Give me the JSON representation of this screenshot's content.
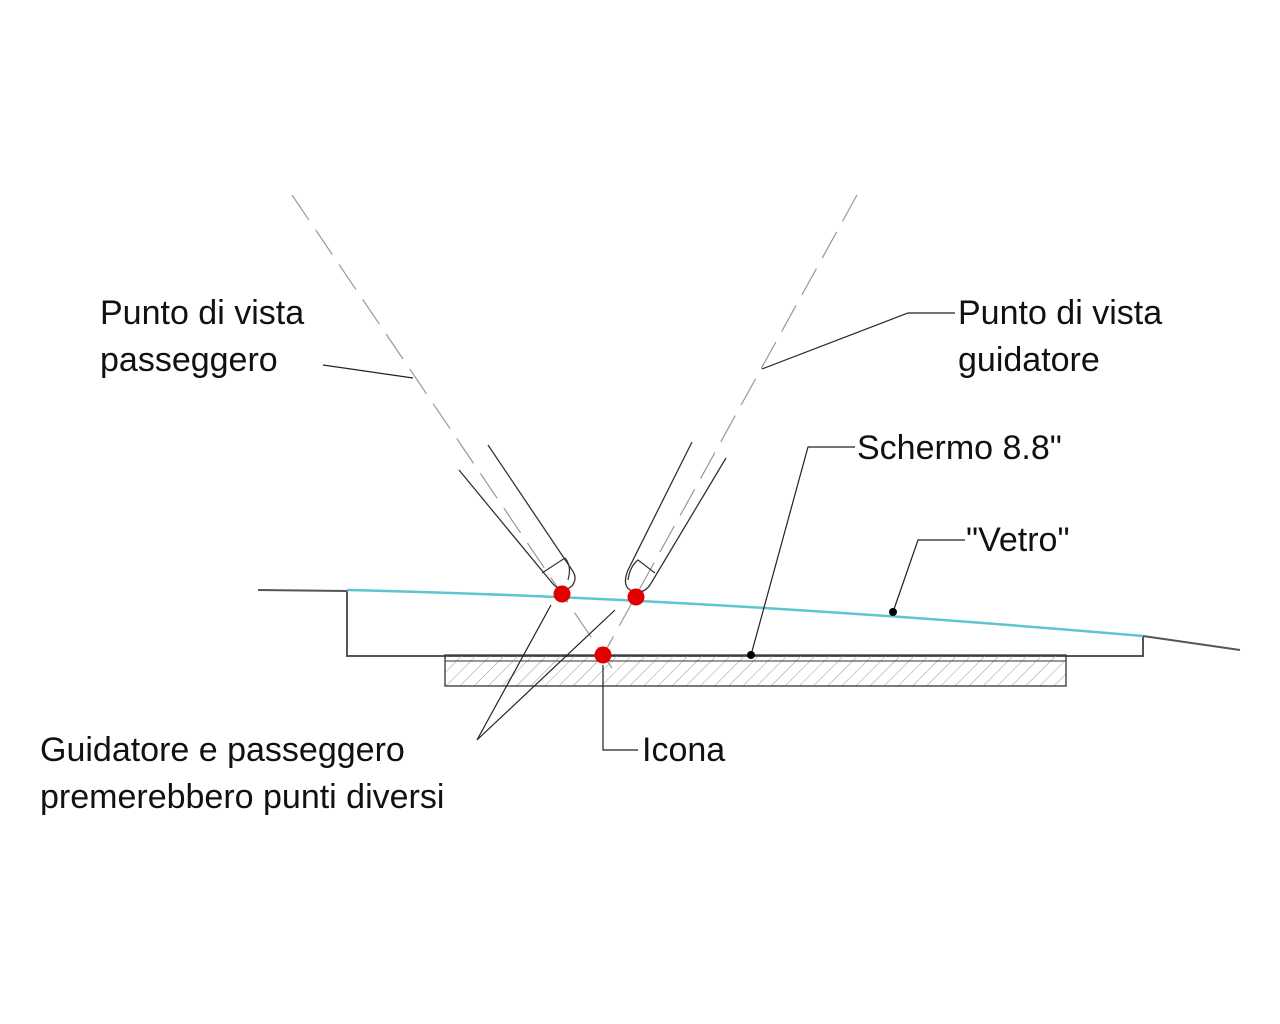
{
  "labels": {
    "passenger_view": [
      "Punto di vista",
      "passeggero"
    ],
    "driver_view": [
      "Punto di vista",
      "guidatore"
    ],
    "screen": "Schermo 8.8\"",
    "glass": "\"Vetro\"",
    "icon": "Icona",
    "different_points": [
      "Guidatore e passeggero",
      "premerebbero punti diversi"
    ]
  },
  "colors": {
    "glass": "#5fc4d0",
    "touch_point": "#e00000",
    "line": "#222222"
  }
}
